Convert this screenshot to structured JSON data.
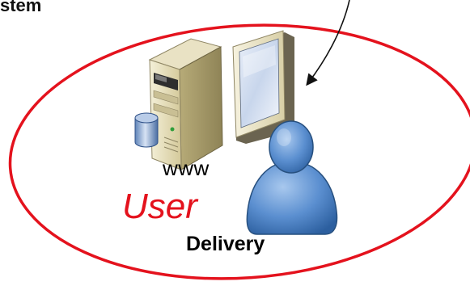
{
  "diagram": {
    "top_label": "stem",
    "server_label": "www",
    "role_label": "User",
    "flow_label": "Delivery"
  },
  "colors": {
    "ellipse_stroke": "#e4121d",
    "role_text": "#e4121d",
    "arrow": "#111111"
  },
  "icons": [
    "server-tower-icon",
    "database-icon",
    "monitor-icon",
    "user-person-icon"
  ]
}
